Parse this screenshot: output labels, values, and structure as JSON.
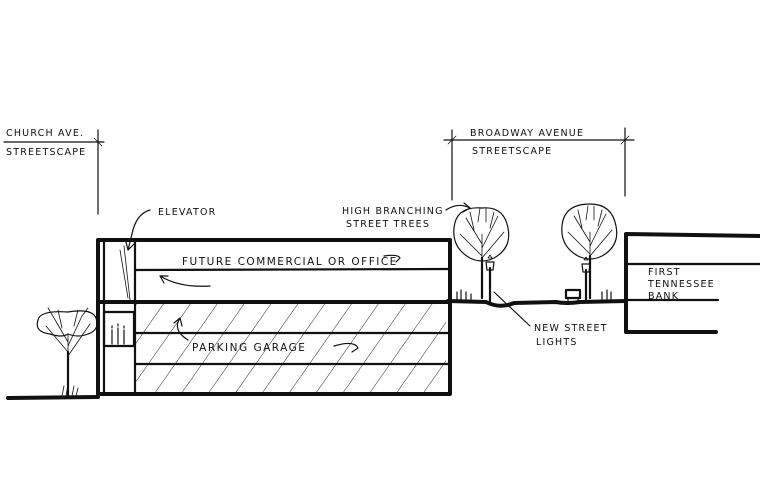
{
  "labels": {
    "church_ave_line1": "CHURCH AVE.",
    "church_ave_line2": "STREETSCAPE",
    "broadway_line1": "BROADWAY AVENUE",
    "broadway_line2": "STREETSCAPE",
    "elevator": "ELEVATOR",
    "future_use": "FUTURE COMMERCIAL OR OFFICE",
    "parking": "PARKING GARAGE",
    "trees_line1": "HIGH BRANCHING",
    "trees_line2": "STREET TREES",
    "lights_line1": "NEW STREET",
    "lights_line2": "LIGHTS",
    "bank_line1": "FIRST",
    "bank_line2": "TENNESSEE",
    "bank_line3": "BANK"
  },
  "colors": {
    "ink": "#111111",
    "paper": "#ffffff"
  },
  "icons": [
    "tree-icon",
    "street-light-icon",
    "bench-icon",
    "person-icon"
  ]
}
